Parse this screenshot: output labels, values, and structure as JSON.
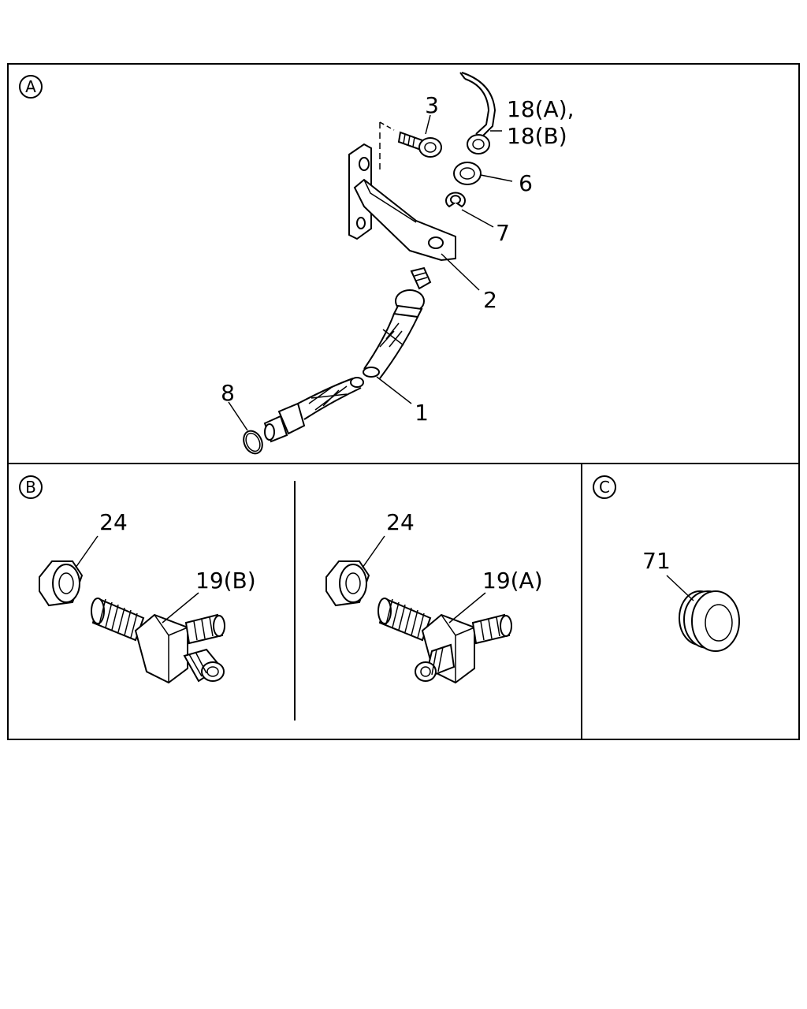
{
  "sections": {
    "a": {
      "marker": "A"
    },
    "b": {
      "marker": "B"
    },
    "c": {
      "marker": "C"
    }
  },
  "callouts": {
    "hose": "1",
    "bracket": "2",
    "bolt": "3",
    "nut_6": "6",
    "clip_7": "7",
    "o_ring": "8",
    "pipe_18a": "18(A),",
    "pipe_18b": "18(B)",
    "nut_24_left": "24",
    "nut_24_right": "24",
    "tee_19b": "19(B)",
    "tee_19a": "19(A)",
    "grommet_71": "71"
  }
}
